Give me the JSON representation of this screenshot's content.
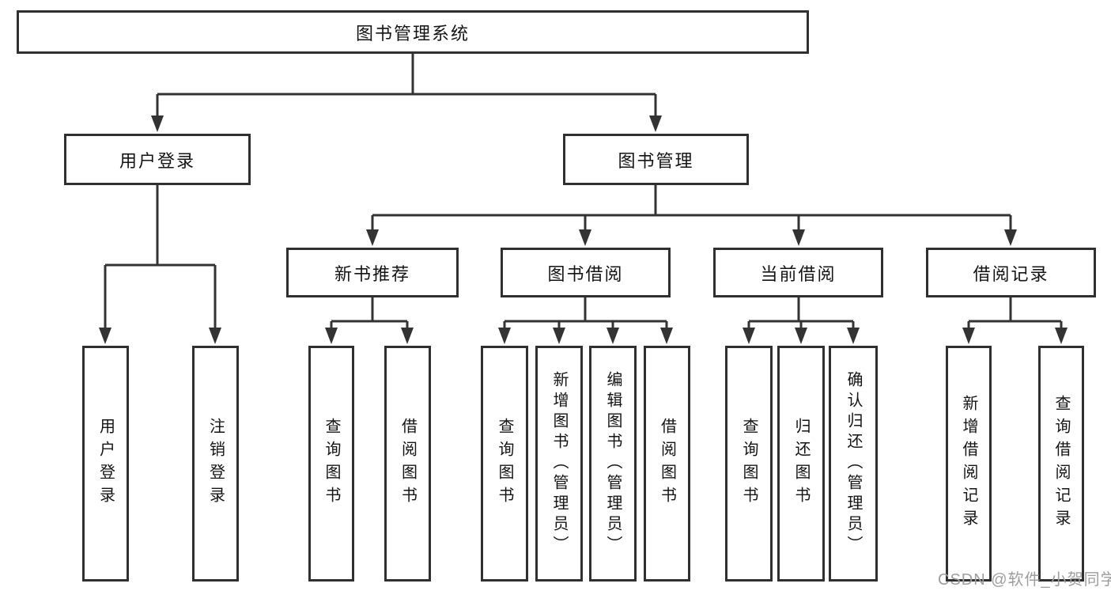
{
  "diagram": {
    "title": "图书管理系统",
    "level2": [
      "用户登录",
      "图书管理"
    ],
    "level3": [
      "新书推荐",
      "图书借阅",
      "当前借阅",
      "借阅记录"
    ],
    "leaves_user_login": [
      "用户登录",
      "注销登录"
    ],
    "leaves_new_book": [
      "查询图书",
      "借阅图书"
    ],
    "leaves_book_borrow": [
      "查询图书",
      "新增图书（管理员）",
      "编辑图书（管理员）",
      "借阅图书"
    ],
    "leaves_current_borrow": [
      "查询图书",
      "归还图书",
      "确认归还（管理员）"
    ],
    "leaves_borrow_records": [
      "新增借阅记录",
      "查询借阅记录"
    ],
    "watermark": "CSDN @软件_小贺同学",
    "colors": {
      "line": "#333333",
      "border": "#303030",
      "text": "#141414",
      "watermark": "#9e9e9e",
      "background": "#ffffff"
    }
  }
}
